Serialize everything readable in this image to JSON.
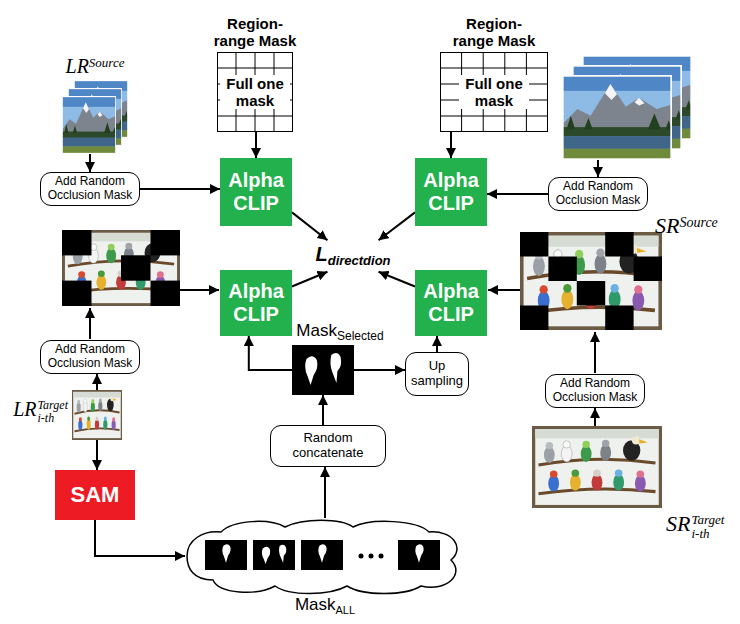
{
  "diagram": {
    "nodes": [
      {
        "text": [
          "Region-range Mask",
          "Full one mask"
        ]
      },
      {
        "text": [
          "Region-range Mask",
          "Full one mask"
        ]
      },
      {
        "text": [
          "Alpha CLIP"
        ]
      },
      {
        "text": [
          "Alpha CLIP"
        ]
      },
      {
        "text": [
          "L",
          "directdion"
        ]
      },
      {
        "text": [
          "LR",
          "Source"
        ]
      },
      {
        "text": [
          "Add Random Occlusion Mask"
        ]
      },
      {
        "text": [
          "SR",
          "Source"
        ]
      },
      {
        "text": [
          "Add Random Occlusion Mask"
        ]
      },
      {
        "text": [
          "Alpha CLIP"
        ]
      },
      {
        "text": [
          "Alpha CLIP"
        ]
      },
      {
        "text": [
          "Mask",
          "Selected"
        ]
      },
      {
        "text": [
          "Add Random Occlusion Mask"
        ]
      },
      {
        "text": [
          "Up sampling"
        ]
      },
      {
        "text": [
          "Add Random Occlusion Mask"
        ]
      },
      {
        "text": [
          "Random concatenate"
        ]
      },
      {
        "text": [
          "LR",
          "Target",
          "i-th"
        ]
      },
      {
        "text": [
          "SR",
          "Target",
          "i-th"
        ]
      },
      {
        "text": [
          "SAM"
        ]
      },
      {
        "text": [
          "Mask",
          "ALL"
        ]
      }
    ],
    "edges": [
      {
        "from": 0,
        "to": 2,
        "arrow": "to"
      },
      {
        "from": 1,
        "to": 3,
        "arrow": "to"
      },
      {
        "from": 5,
        "to": 6,
        "arrow": "to"
      },
      {
        "from": 6,
        "to": 2,
        "arrow": "to"
      },
      {
        "from": 7,
        "to": 8,
        "arrow": "to"
      },
      {
        "from": 8,
        "to": 3,
        "arrow": "to"
      },
      {
        "from": 2,
        "to": 4,
        "arrow": "to"
      },
      {
        "from": 3,
        "to": 4,
        "arrow": "to"
      },
      {
        "from": 9,
        "to": 4,
        "arrow": "to"
      },
      {
        "from": 10,
        "to": 4,
        "arrow": "to"
      },
      {
        "from": 16,
        "to": 12,
        "arrow": "to"
      },
      {
        "from": 16,
        "to": 18,
        "arrow": "to"
      },
      {
        "from": 18,
        "to": 19,
        "arrow": "to"
      },
      {
        "from": 19,
        "to": 15,
        "arrow": "to"
      },
      {
        "from": 15,
        "to": 11,
        "arrow": "to"
      },
      {
        "from": 11,
        "to": 9,
        "arrow": "to"
      },
      {
        "from": 11,
        "to": 13,
        "arrow": "to"
      },
      {
        "from": 13,
        "to": 10,
        "arrow": "to"
      },
      {
        "from": 17,
        "to": 14,
        "arrow": "to"
      }
    ]
  }
}
